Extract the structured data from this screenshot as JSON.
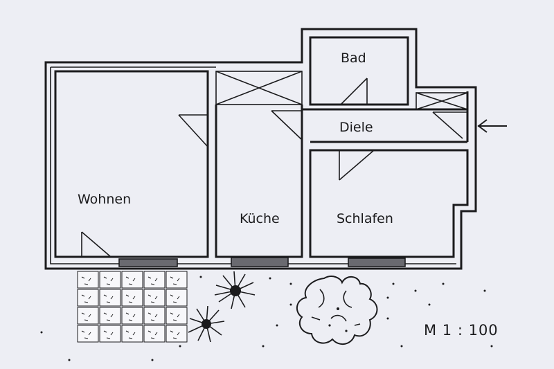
{
  "rooms": {
    "bad": "Bad",
    "diele": "Diele",
    "wohnen": "Wohnen",
    "kueche": "Küche",
    "schlafen": "Schlafen"
  },
  "scale_label": "M 1 : 100",
  "icons": {
    "entrance": "arrow-left-icon",
    "bush": "bush-icon",
    "plants": "plant-icon",
    "terrace": "tile-grid"
  }
}
